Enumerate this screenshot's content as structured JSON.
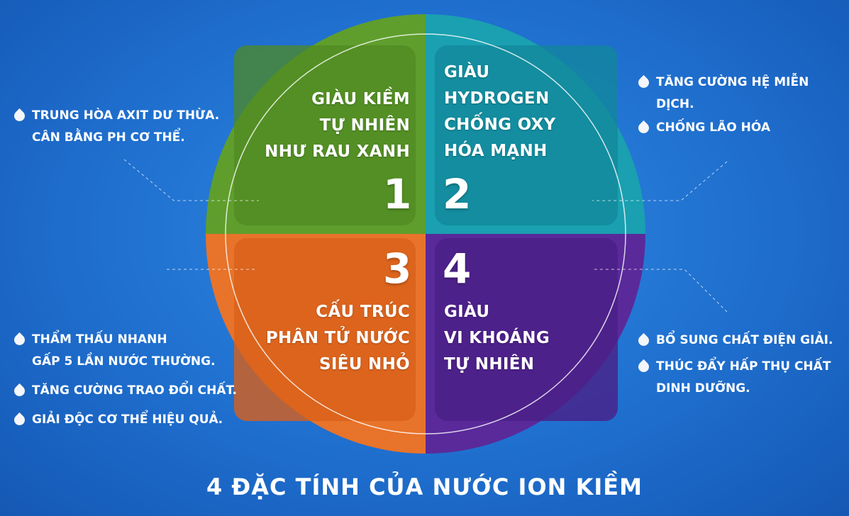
{
  "colors": {
    "background": "#1f6fcf",
    "quadrant_1": "#5f9e2c",
    "quadrant_2": "#1aa0b0",
    "quadrant_3": "#e8732a",
    "quadrant_4": "#5a2a9a"
  },
  "quadrants": [
    {
      "number": "1",
      "lines": [
        "GIÀU KIỀM",
        "TỰ NHIÊN",
        "NHƯ RAU XANH"
      ]
    },
    {
      "number": "2",
      "lines": [
        "GIÀU",
        "HYDROGEN",
        "CHỐNG OXY",
        "HÓA MẠNH"
      ]
    },
    {
      "number": "3",
      "lines": [
        "CẤU TRÚC",
        "PHÂN TỬ NƯỚC",
        "SIÊU NHỎ"
      ]
    },
    {
      "number": "4",
      "lines": [
        "GIÀU",
        "VI KHOÁNG",
        "TỰ NHIÊN"
      ]
    }
  ],
  "benefits": {
    "q1": [
      {
        "icon": "water-drop-icon",
        "lines": [
          "TRUNG HÒA AXIT DƯ THỪA.",
          "CÂN BẰNG PH CƠ THỂ."
        ]
      }
    ],
    "q2": [
      {
        "icon": "water-drop-icon",
        "lines": [
          "TĂNG CƯỜNG HỆ MIỄN DỊCH."
        ]
      },
      {
        "icon": "water-drop-icon",
        "lines": [
          "CHỐNG LÃO HÓA"
        ]
      }
    ],
    "q3": [
      {
        "icon": "water-drop-icon",
        "lines": [
          "THẨM THẤU NHANH",
          "GẤP 5 LẦN NƯỚC THƯỜNG."
        ]
      },
      {
        "icon": "water-drop-icon",
        "lines": [
          "TĂNG CƯỜNG TRAO ĐỔI  CHẤT."
        ]
      },
      {
        "icon": "water-drop-icon",
        "lines": [
          "GIẢI ĐỘC CƠ THỂ HIỆU QUẢ."
        ]
      }
    ],
    "q4": [
      {
        "icon": "water-drop-icon",
        "lines": [
          "BỔ SUNG CHẤT ĐIỆN GIẢI."
        ]
      },
      {
        "icon": "water-drop-icon",
        "lines": [
          "THÚC ĐẨY HẤP THỤ CHẤT",
          "DINH DƯỠNG."
        ]
      }
    ]
  },
  "title": "4 ĐẶC TÍNH CỦA NƯỚC ION KIỀM"
}
